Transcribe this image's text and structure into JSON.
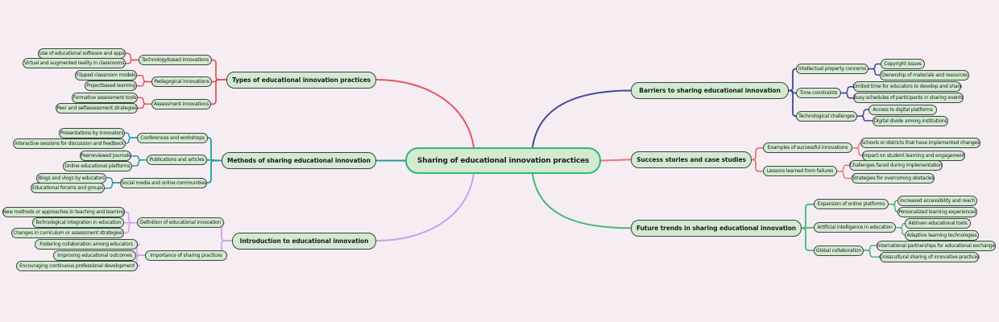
{
  "colors": {
    "background": "#f6edf3",
    "node_fill": "#d2ead0",
    "node_border": "#3d4245",
    "central_border": "#2eb873",
    "text": "#1b1b1b"
  },
  "root": {
    "label": "Sharing of educational innovation practices"
  },
  "branches": [
    {
      "id": "types",
      "label": "Types of educational innovation practices",
      "color": "#e8535f",
      "children": [
        {
          "label": "Technologybased innovations",
          "children": [
            {
              "label": "Use of educational software and apps"
            },
            {
              "label": "Virtual and augmented reality in classrooms"
            }
          ]
        },
        {
          "label": "Pedagogical innovations",
          "children": [
            {
              "label": "Flipped classroom models"
            },
            {
              "label": "Projectbased learning"
            }
          ]
        },
        {
          "label": "Assessment innovations",
          "children": [
            {
              "label": "Formative assessment tools"
            },
            {
              "label": "Peer and selfassessment strategies"
            }
          ]
        }
      ]
    },
    {
      "id": "methods",
      "label": "Methods of sharing educational innovation",
      "color": "#229ba2",
      "children": [
        {
          "label": "Conferences and workshops",
          "children": [
            {
              "label": "Presentations by innovators"
            },
            {
              "label": "Interactive sessions for discussion and feedback"
            }
          ]
        },
        {
          "label": "Publications and articles",
          "children": [
            {
              "label": "Peerreviewed journals"
            },
            {
              "label": "Online educational platforms"
            }
          ]
        },
        {
          "label": "Social media and online communities",
          "children": [
            {
              "label": "Blogs and vlogs by educators"
            },
            {
              "label": "Educational forums and groups"
            }
          ]
        }
      ]
    },
    {
      "id": "introduction",
      "label": "Introduction to educational innovation",
      "color": "#c9a2ee",
      "children": [
        {
          "label": "Definition of educational innovation",
          "children": [
            {
              "label": "New methods or approaches in teaching and learning"
            },
            {
              "label": "Technological integration in education"
            },
            {
              "label": "Changes in curriculum or assessment strategies"
            }
          ]
        },
        {
          "label": "Importance of sharing practices",
          "children": [
            {
              "label": "Fostering collaboration among educators"
            },
            {
              "label": "Improving educational outcomes"
            },
            {
              "label": "Encouraging continuous professional development"
            }
          ]
        }
      ]
    },
    {
      "id": "barriers",
      "label": "Barriers to sharing educational innovation",
      "color": "#3d4898",
      "children": [
        {
          "label": "Intellectual property concerns",
          "children": [
            {
              "label": "Copyright issues"
            },
            {
              "label": "Ownership of materials and resources"
            }
          ]
        },
        {
          "label": "Time constraints",
          "children": [
            {
              "label": "Limited time for educators to develop and share"
            },
            {
              "label": "Busy schedules of participants in sharing events"
            }
          ]
        },
        {
          "label": "Technological challenges",
          "children": [
            {
              "label": "Access to digital platforms"
            },
            {
              "label": "Digital divide among institutions"
            }
          ]
        }
      ]
    },
    {
      "id": "success-stories",
      "label": "Success stories and case studies",
      "color": "#f0737b",
      "children": [
        {
          "label": "Examples of successful innovations",
          "children": [
            {
              "label": "Schools or districts that have implemented changes"
            },
            {
              "label": "Impact on student learning and engagement"
            }
          ]
        },
        {
          "label": "Lessons learned from failures",
          "children": [
            {
              "label": "Challenges faced during implementation"
            },
            {
              "label": "Strategies for overcoming obstacles"
            }
          ]
        }
      ]
    },
    {
      "id": "future-trends",
      "label": "Future trends in sharing educational innovation",
      "color": "#42ba74",
      "children": [
        {
          "label": "Expansion of online platforms",
          "children": [
            {
              "label": "Increased accessibility and reach"
            },
            {
              "label": "Personalized learning experiences"
            }
          ]
        },
        {
          "label": "Artificial intelligence in education",
          "children": [
            {
              "label": "AIdriven educational tools"
            },
            {
              "label": "Adaptive learning technologies"
            }
          ]
        },
        {
          "label": "Global collaboration",
          "children": [
            {
              "label": "International partnerships for educational exchange"
            },
            {
              "label": "Crosscultural sharing of innovative practices"
            }
          ]
        }
      ]
    }
  ]
}
